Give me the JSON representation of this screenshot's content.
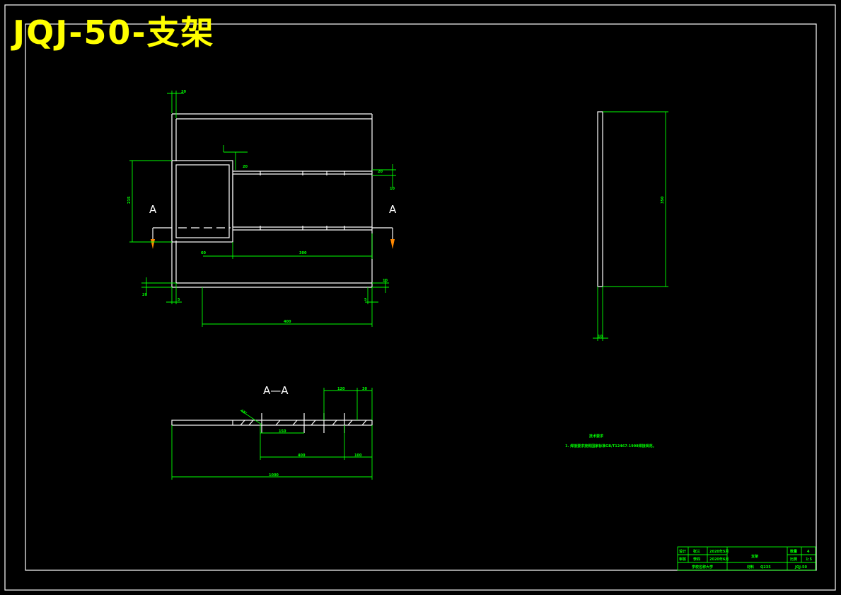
{
  "drawing_title": "JQJ-50-支架",
  "section_labels": {
    "left": "A",
    "right": "A",
    "section_title": "A—A"
  },
  "dimensions": {
    "top_small": "20",
    "left_height": "215",
    "center_small": "20",
    "right_small_1": "20",
    "right_small_2": "10",
    "inner_left": "60",
    "inner_span": "300",
    "bottom_left_1": "20",
    "bottom_left_2": "5",
    "bottom_right_1": "10",
    "bottom_right_2": "5",
    "bottom_width": "400",
    "side_height": "350",
    "side_width": "10",
    "sec_top_1": "120",
    "sec_top_2": "30",
    "sec_angle": "45°",
    "sec_mid": "150",
    "sec_low_1": "400",
    "sec_low_2": "100",
    "sec_total": "1000"
  },
  "notes": {
    "heading": "技术要求",
    "line1": "1. 焊接要求按照国家标准GB/T12467-1998焊接规范。"
  },
  "title_block": {
    "r1c1": "设计",
    "r1c2": "张三",
    "r1c3": "2020年5月",
    "part_name": "支架",
    "r1c5": "数量",
    "r1c6": "4",
    "r2c1": "审核",
    "r2c2": "李四",
    "r2c3": "2020年6月",
    "r2c5": "比例",
    "r2c6": "1:5",
    "school": "学校名称大学",
    "material": "材料",
    "mat_value": "Q235",
    "drawing_no": "JQJ-50"
  }
}
